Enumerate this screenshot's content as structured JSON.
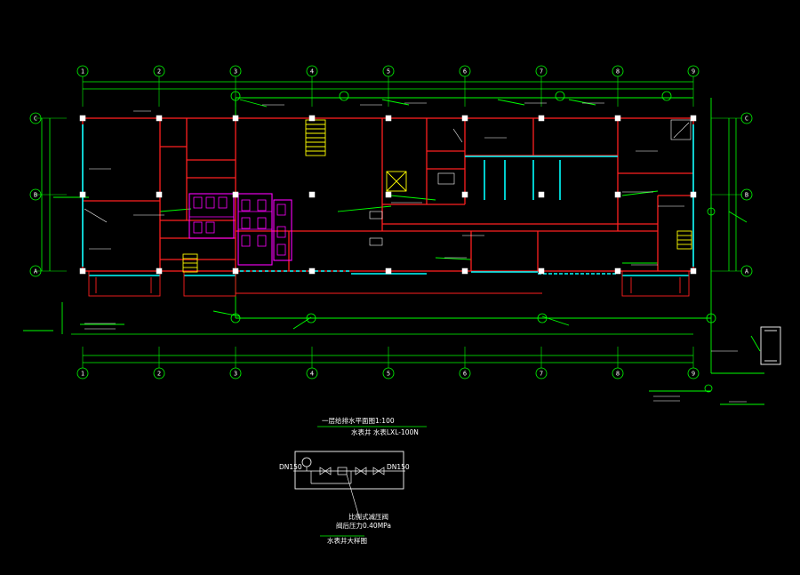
{
  "drawing": {
    "grid_numbers": [
      "1",
      "2",
      "3",
      "4",
      "5",
      "6",
      "7",
      "8",
      "9"
    ],
    "grid_letters": [
      "C",
      "B",
      "A"
    ],
    "legend": {
      "title": "一层给排水平面图1:100",
      "meter_well_label": "水表井 水表LXL-100N",
      "dn_left": "DN150",
      "dn_right": "DN150",
      "valve_label": "比例式减压阀",
      "pressure_label": "阀后压力0.40MPa",
      "detail_title": "水表井大样图"
    }
  },
  "colors": {
    "background": "#000000",
    "wall": "#ff2020",
    "dimension": "#00ff00",
    "glass": "#00ffff",
    "fixture": "#ff00ff",
    "stair": "#ffff00",
    "column": "#ffffff",
    "text": "#ffffff"
  }
}
